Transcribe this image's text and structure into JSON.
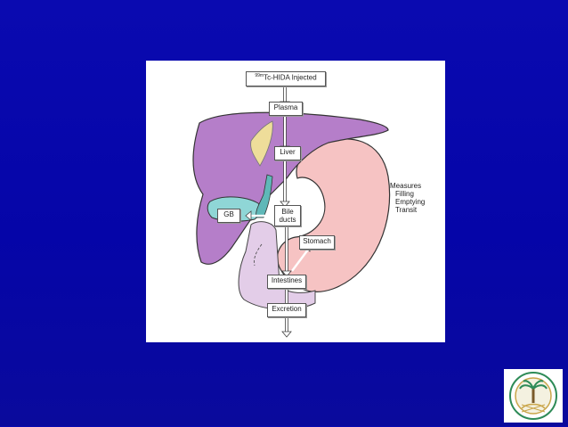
{
  "diagram": {
    "injected_isotope": "99m",
    "injected_label": "Tc-HIDA Injected",
    "plasma": "Plasma",
    "liver": "Liver",
    "bile_line1": "Bile",
    "bile_line2": "ducts",
    "gb": "GB",
    "stomach": "Stomach",
    "intestines": "Intestines",
    "excretion": "Excretion",
    "measures_title": "Measures",
    "measures_items": [
      "Filling",
      "Emptying",
      "Transit"
    ]
  },
  "colors": {
    "background": "#0808ac",
    "liver": "#b57ec9",
    "stomach": "#f6c3c3",
    "gallbladder": "#8fd6d6",
    "intestine": "#e3cde8",
    "fat": "#eedd9a"
  },
  "logo": {
    "icon": "palm-tree-emblem-icon"
  }
}
